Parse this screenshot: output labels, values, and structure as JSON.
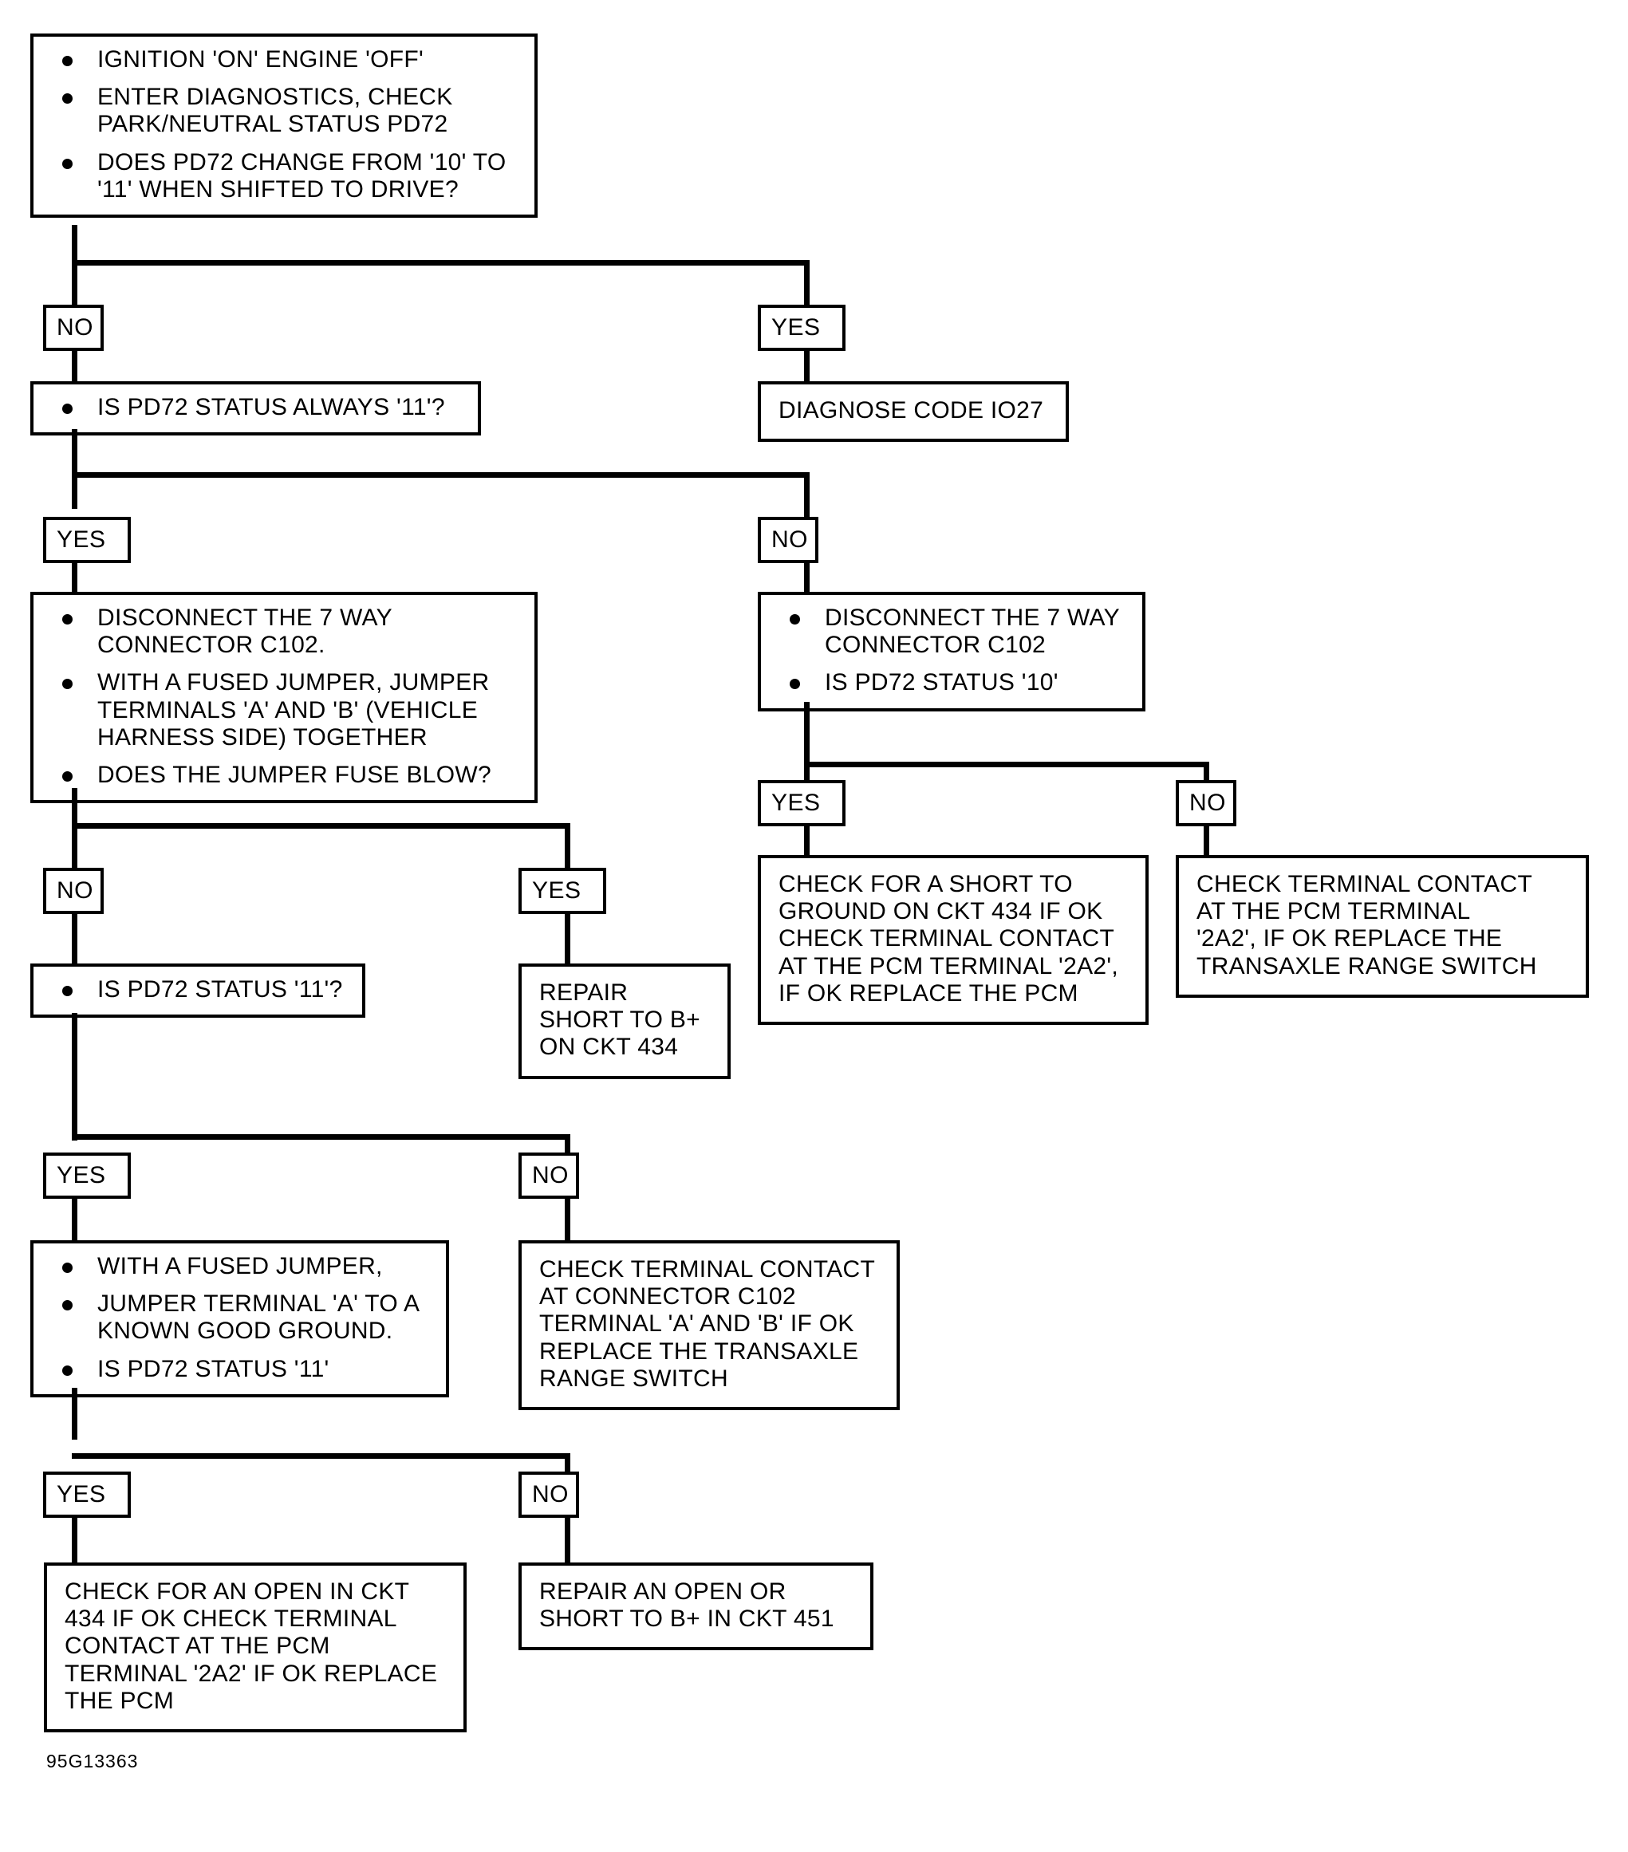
{
  "diagram": {
    "caption": "95G13363",
    "nodes": {
      "start": {
        "bullets": [
          [
            "IGNITION 'ON' ENGINE 'OFF'"
          ],
          [
            "ENTER DIAGNOSTICS, CHECK",
            "PARK/NEUTRAL STATUS PD72"
          ],
          [
            "DOES PD72 CHANGE FROM '10' TO",
            "'11' WHEN SHIFTED TO DRIVE?"
          ]
        ]
      },
      "always11": {
        "bullets": [
          [
            "IS PD72 STATUS ALWAYS '11'?"
          ]
        ]
      },
      "diagnose_code": {
        "lines": [
          "DIAGNOSE CODE IO27"
        ]
      },
      "disconnect_left": {
        "bullets": [
          [
            "DISCONNECT THE 7 WAY",
            "CONNECTOR C102."
          ],
          [
            "WITH A FUSED JUMPER, JUMPER",
            "TERMINALS 'A' AND 'B' (VEHICLE",
            "HARNESS SIDE) TOGETHER"
          ],
          [
            "DOES THE JUMPER FUSE BLOW?"
          ]
        ]
      },
      "disconnect_right": {
        "bullets": [
          [
            "DISCONNECT THE 7 WAY",
            "CONNECTOR C102"
          ],
          [
            "IS PD72 STATUS '10'"
          ]
        ]
      },
      "short_to_ground": {
        "lines": [
          "CHECK FOR A SHORT TO",
          "GROUND ON CKT 434 IF OK",
          "CHECK TERMINAL CONTACT",
          "AT THE PCM TERMINAL '2A2',",
          "IF OK REPLACE THE PCM"
        ]
      },
      "pcm_terminal_transaxle": {
        "lines": [
          "CHECK TERMINAL CONTACT",
          "AT THE PCM TERMINAL",
          "'2A2', IF OK REPLACE THE",
          "TRANSAXLE RANGE SWITCH"
        ]
      },
      "status11_q": {
        "bullets": [
          [
            "IS PD72 STATUS '11'?"
          ]
        ]
      },
      "repair_short_b_plus": {
        "lines": [
          "REPAIR",
          "SHORT TO B+",
          "ON CKT 434"
        ]
      },
      "jumper_ground": {
        "bullets": [
          [
            "WITH A FUSED JUMPER,"
          ],
          [
            "JUMPER TERMINAL 'A' TO A",
            "KNOWN GOOD GROUND."
          ],
          [
            "IS PD72 STATUS '11'"
          ]
        ]
      },
      "connector_c102_check": {
        "lines": [
          "CHECK TERMINAL CONTACT",
          "AT CONNECTOR C102",
          "TERMINAL 'A' AND 'B' IF OK",
          "REPLACE THE TRANSAXLE",
          "RANGE SWITCH"
        ]
      },
      "open_ckt434": {
        "lines": [
          "CHECK FOR AN OPEN IN CKT",
          "434 IF OK CHECK TERMINAL",
          "CONTACT AT THE PCM",
          "TERMINAL '2A2' IF OK REPLACE",
          "THE PCM"
        ]
      },
      "repair_open_ckt451": {
        "lines": [
          "REPAIR AN OPEN OR",
          "SHORT TO B+ IN CKT 451"
        ]
      }
    },
    "branch_labels": {
      "no_1": "NO",
      "yes_1": "YES",
      "yes_2": "YES",
      "no_2": "NO",
      "yes_3": "YES",
      "no_3": "NO",
      "no_4": "NO",
      "yes_4": "YES",
      "yes_5": "YES",
      "no_5": "NO",
      "yes_6": "YES",
      "no_6": "NO"
    },
    "colors": {
      "line": "#000000",
      "background": "#ffffff",
      "text": "#000000"
    }
  }
}
